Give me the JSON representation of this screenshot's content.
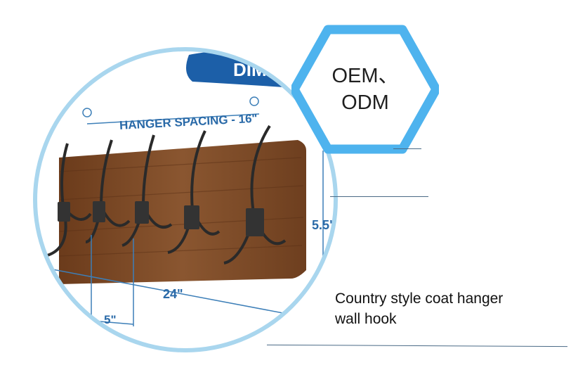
{
  "badge": {
    "line1": "OEM、",
    "line2": "ODM"
  },
  "caption": {
    "line1": "Country style coat hanger",
    "line2": "wall hook"
  },
  "photo": {
    "banner_text": "DIME",
    "spacing_label": "HANGER SPACING - 16\"",
    "length_label": "24\"",
    "height_label": "5.5\"",
    "hook_gap_label": "5\""
  },
  "colors": {
    "hex_border": "#4eb3ee",
    "circle_border": "#a9d6ee",
    "banner_blue": "#1c5fa8",
    "wood": "#7a4a25",
    "metal": "#2a2a2a",
    "dimension_blue": "#3d7fb8"
  }
}
